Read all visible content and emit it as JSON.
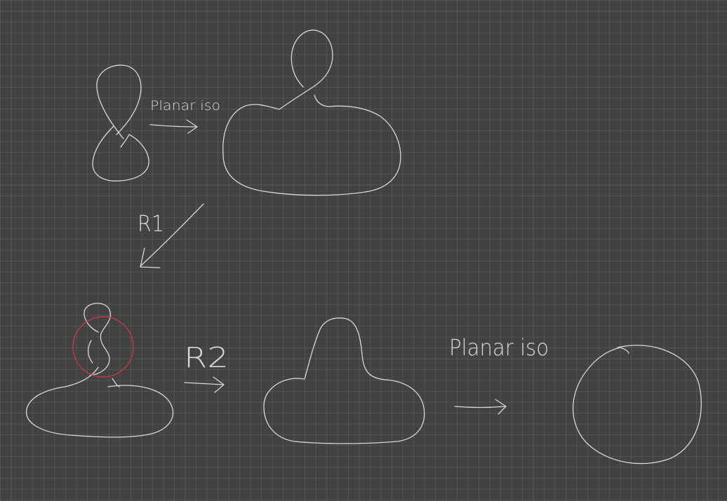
{
  "labels": {
    "top_arrow": "Planar iso",
    "diag_arrow": "R1",
    "bottom_mid_arrow": "R2",
    "bottom_right_arrow": "Planar iso"
  },
  "colors": {
    "background": "#424240",
    "ink": "#d8d8d6",
    "highlight": "#c0394e"
  }
}
